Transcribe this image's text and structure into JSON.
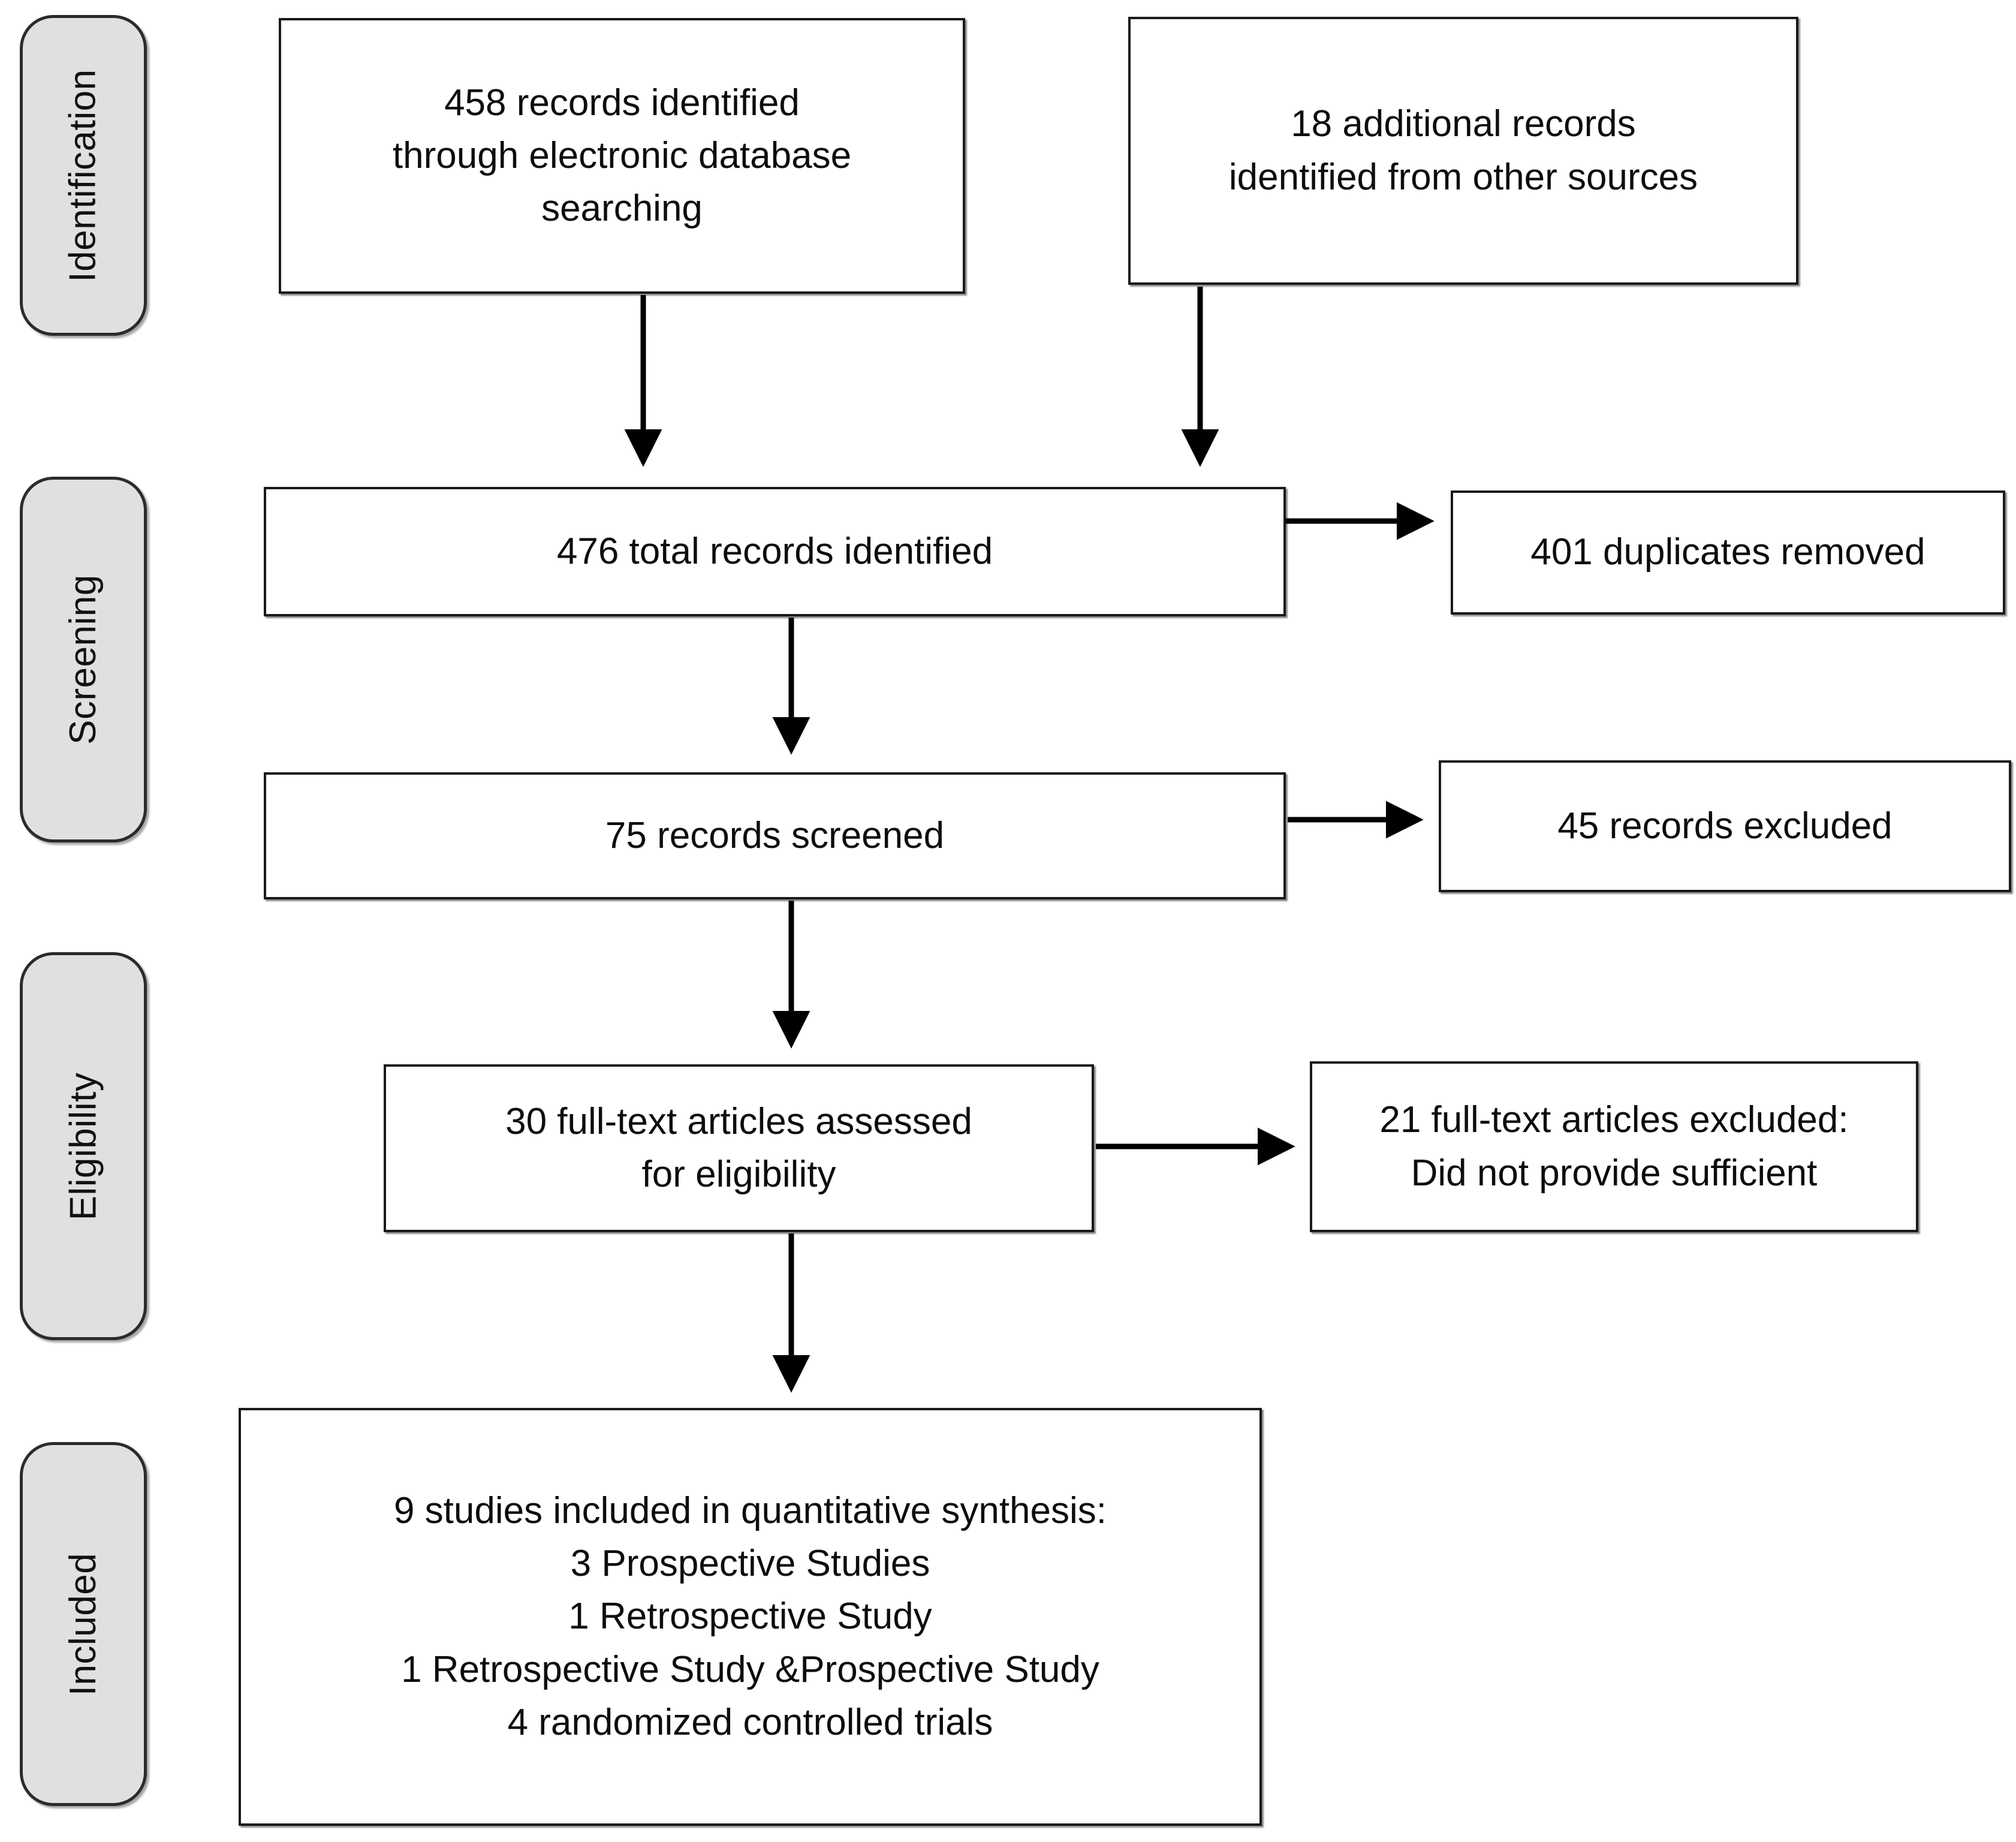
{
  "diagram": {
    "type": "prisma-flow-diagram",
    "title": "PRISMA flow diagram",
    "colors": {
      "stage_tab_fill": "#e0e0e0",
      "stage_tab_border": "#2b2b2b",
      "box_fill": "#ffffff",
      "box_border": "#1a1a1a",
      "text": "#0d0d0d",
      "connector": "#000000",
      "background": "#ffffff"
    }
  },
  "stages": [
    {
      "id": "identification",
      "label": "Identification"
    },
    {
      "id": "screening",
      "label": "Screening"
    },
    {
      "id": "eligibility",
      "label": "Eligibility"
    },
    {
      "id": "included",
      "label": "Included"
    }
  ],
  "boxes": {
    "records_database": {
      "id": "records-identified-database",
      "stage": "identification",
      "lines": [
        "458 records identified",
        "through electronic database",
        "searching"
      ],
      "count": 458
    },
    "records_other": {
      "id": "records-identified-other-sources",
      "stage": "identification",
      "lines": [
        "18 additional records",
        "identified from other sources"
      ],
      "count": 18
    },
    "total_records": {
      "id": "total-records-identified",
      "stage": "screening",
      "lines": [
        "476 total records identified"
      ],
      "count": 476
    },
    "duplicates_removed": {
      "id": "duplicates-removed",
      "stage": "screening",
      "lines": [
        "401 duplicates removed"
      ],
      "count": 401
    },
    "records_screened": {
      "id": "records-screened",
      "stage": "screening",
      "lines": [
        "75 records screened"
      ],
      "count": 75
    },
    "records_excluded": {
      "id": "records-excluded",
      "stage": "screening",
      "lines": [
        "45 records excluded"
      ],
      "count": 45
    },
    "fulltext_assessed": {
      "id": "full-text-assessed",
      "stage": "eligibility",
      "lines": [
        "30 full-text articles assessed",
        "for eligibility"
      ],
      "count": 30
    },
    "fulltext_excluded": {
      "id": "full-text-excluded",
      "stage": "eligibility",
      "lines": [
        "21 full-text articles excluded:",
        "Did not provide sufficient"
      ],
      "count": 21
    },
    "studies_included": {
      "id": "studies-included-quantitative-synthesis",
      "stage": "included",
      "lines": [
        "9 studies included in quantitative synthesis:",
        "3 Prospective Studies",
        "1 Retrospective Study",
        "1 Retrospective Study &Prospective Study",
        "4 randomized controlled trials"
      ],
      "count": 9,
      "breakdown": [
        {
          "label": "Prospective Studies",
          "value": 3
        },
        {
          "label": "Retrospective Study",
          "value": 1
        },
        {
          "label": "Retrospective Study &Prospective Study",
          "value": 1
        },
        {
          "label": "randomized controlled trials",
          "value": 4
        }
      ]
    }
  },
  "connectors": [
    {
      "id": "arrow-database-to-total",
      "from": "records_database",
      "to": "total_records",
      "direction": "down"
    },
    {
      "id": "arrow-other-to-total",
      "from": "records_other",
      "to": "total_records",
      "direction": "down"
    },
    {
      "id": "arrow-total-to-duplicates",
      "from": "total_records",
      "to": "duplicates_removed",
      "direction": "right"
    },
    {
      "id": "arrow-total-to-screened",
      "from": "total_records",
      "to": "records_screened",
      "direction": "down"
    },
    {
      "id": "arrow-screened-to-excluded",
      "from": "records_screened",
      "to": "records_excluded",
      "direction": "right"
    },
    {
      "id": "arrow-screened-to-fulltext",
      "from": "records_screened",
      "to": "fulltext_assessed",
      "direction": "down"
    },
    {
      "id": "arrow-fulltext-to-excluded",
      "from": "fulltext_assessed",
      "to": "fulltext_excluded",
      "direction": "right"
    },
    {
      "id": "arrow-fulltext-to-included",
      "from": "fulltext_assessed",
      "to": "studies_included",
      "direction": "down"
    }
  ]
}
